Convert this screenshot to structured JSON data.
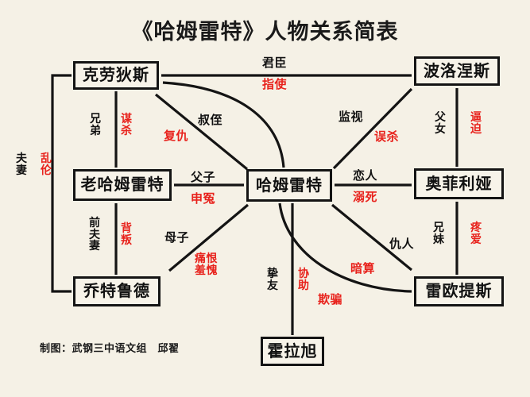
{
  "title": "《哈姆雷特》人物关系简表",
  "credit": "制图：武钢三中语文组　邱翟",
  "colors": {
    "background": "#f5f1e6",
    "node_fill": "#f7f3e9",
    "line": "#141414",
    "text": "#111111",
    "accent_red": "#e8221c"
  },
  "nodes": [
    {
      "id": "claudius",
      "label": "克劳狄斯"
    },
    {
      "id": "polonius",
      "label": "波洛涅斯"
    },
    {
      "id": "oldhamlet",
      "label": "老哈姆雷特"
    },
    {
      "id": "hamlet",
      "label": "哈姆雷特"
    },
    {
      "id": "ophelia",
      "label": "奥菲利娅"
    },
    {
      "id": "gertrude",
      "label": "乔特鲁德"
    },
    {
      "id": "laertes",
      "label": "雷欧提斯"
    },
    {
      "id": "horatio",
      "label": "霍拉旭"
    }
  ],
  "edges": [
    {
      "id": "claudius-polonius",
      "from": "克劳狄斯",
      "to": "波洛涅斯",
      "relation": "君臣",
      "action": "指使"
    },
    {
      "id": "claudius-oldhamlet",
      "from": "克劳狄斯",
      "to": "老哈姆雷特",
      "relation": "兄弟",
      "action": "谋杀"
    },
    {
      "id": "claudius-gertrude",
      "from": "克劳狄斯",
      "to": "乔特鲁德",
      "relation": "夫妻",
      "action": "乱伦"
    },
    {
      "id": "claudius-hamlet",
      "from": "克劳狄斯",
      "to": "哈姆雷特",
      "relation": "叔侄",
      "action": "复仇"
    },
    {
      "id": "claudius-laertes",
      "from": "克劳狄斯",
      "to": "雷欧提斯",
      "relation": "",
      "action": "欺骗"
    },
    {
      "id": "oldhamlet-hamlet",
      "from": "老哈姆雷特",
      "to": "哈姆雷特",
      "relation": "父子",
      "action": "申冤"
    },
    {
      "id": "oldhamlet-gertrude",
      "from": "老哈姆雷特",
      "to": "乔特鲁德",
      "relation": "前夫妻",
      "action": "背叛"
    },
    {
      "id": "gertrude-hamlet",
      "from": "乔特鲁德",
      "to": "哈姆雷特",
      "relation": "母子",
      "action": "痛恨羞愧"
    },
    {
      "id": "polonius-hamlet",
      "from": "波洛涅斯",
      "to": "哈姆雷特",
      "relation": "监视",
      "action": "误杀"
    },
    {
      "id": "polonius-ophelia",
      "from": "波洛涅斯",
      "to": "奥菲利娅",
      "relation": "父女",
      "action": "逼迫"
    },
    {
      "id": "hamlet-ophelia",
      "from": "哈姆雷特",
      "to": "奥菲利娅",
      "relation": "恋人",
      "action": "溺死"
    },
    {
      "id": "ophelia-laertes",
      "from": "奥菲利娅",
      "to": "雷欧提斯",
      "relation": "兄妹",
      "action": "疼爱"
    },
    {
      "id": "hamlet-laertes",
      "from": "哈姆雷特",
      "to": "雷欧提斯",
      "relation": "仇人",
      "action": "暗算"
    },
    {
      "id": "hamlet-horatio",
      "from": "哈姆雷特",
      "to": "霍拉旭",
      "relation": "挚友",
      "action": "协助"
    }
  ],
  "labels": {
    "junchen": "君臣",
    "zhishi": "指使",
    "xiongdi": "兄\n弟",
    "mousha": "谋\n杀",
    "fuqi": "夫\n妻",
    "luanlun": "乱\n伦",
    "shuzhi": "叔侄",
    "fuchou": "复仇",
    "qipian": "欺骗",
    "fuzi": "父子",
    "shenyuan": "申冤",
    "qianfuqi": "前\n夫\n妻",
    "beipan": "背\n叛",
    "muzi": "母子",
    "tonghenxiukui": "痛恨\n羞愧",
    "jianshi": "监视",
    "wusha": "误杀",
    "funv": "父\n女",
    "bipo": "逼\n迫",
    "lianren": "恋人",
    "nisi": "溺死",
    "xiongmei": "兄\n妹",
    "tengai": "疼\n爱",
    "churen": "仇人",
    "ansuan": "暗算",
    "zhiyou": "挚\n友",
    "xiezhu": "协\n助"
  }
}
